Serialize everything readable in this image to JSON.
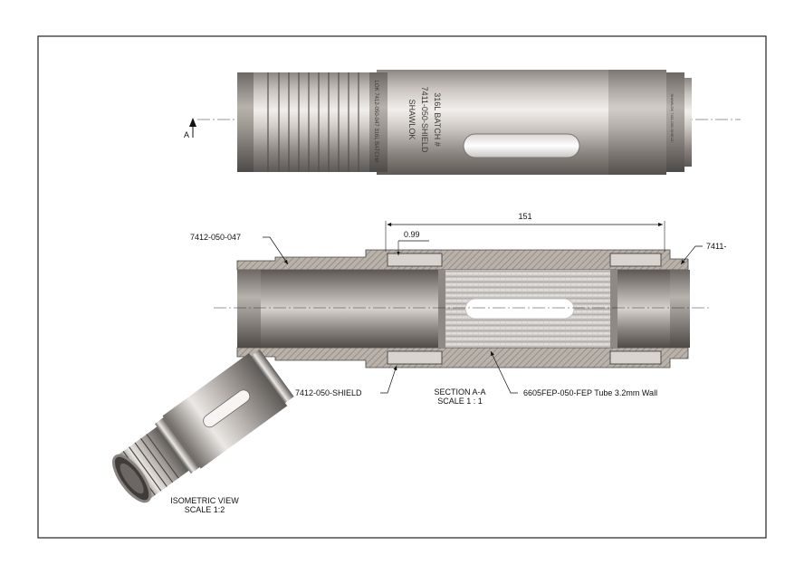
{
  "section_marker": "A",
  "engraving": {
    "line1": "SHAWLOK",
    "line2": "7411-050-SHIELD",
    "line3": "316L BATCH #",
    "collar_text": "LOK 7412-050-047 316L BATCH#",
    "end_text": "SHAWLOK 7411-050-SHIELD"
  },
  "dimensions": {
    "overall": "151",
    "wall": "0.99"
  },
  "callouts": {
    "left_fitting": "7412-050-047",
    "right_fitting": "7411-",
    "shield": "7412-050-SHIELD",
    "tube": "6605FEP-050-FEP Tube 3.2mm Wall"
  },
  "section_title": {
    "line1": "SECTION A-A",
    "line2": "SCALE 1 : 1"
  },
  "iso_title": {
    "line1": "ISOMETRIC VIEW",
    "line2": "SCALE 1:2"
  },
  "colors": {
    "border": "#222222",
    "hatch": "#9a9088",
    "metal_dark": "#6f6a66",
    "metal_light": "#e8e6e3"
  }
}
